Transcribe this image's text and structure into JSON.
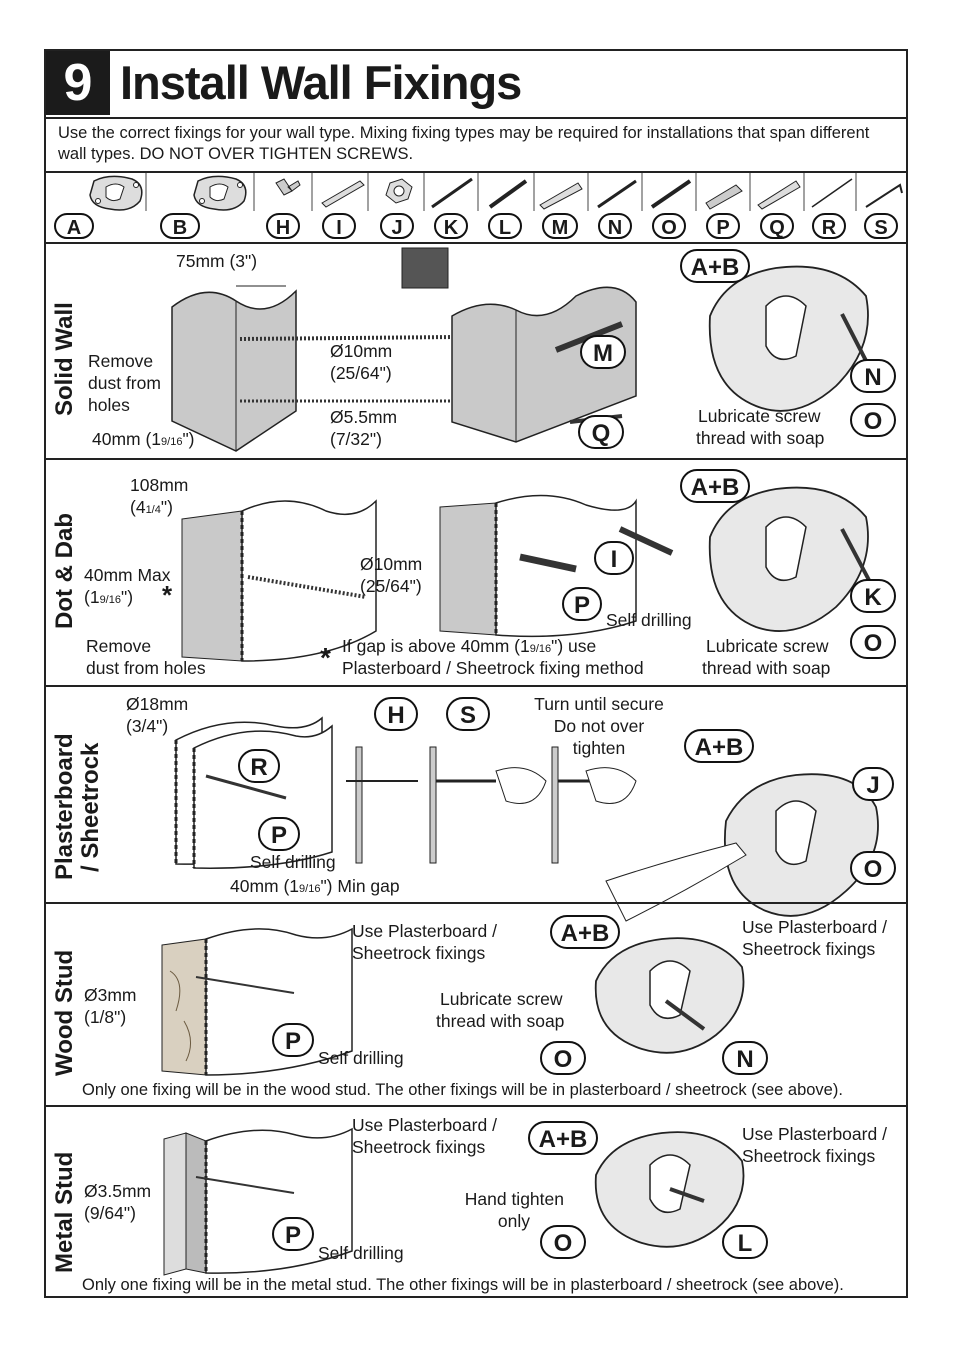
{
  "header": {
    "step": "9",
    "title": "Install Wall Fixings"
  },
  "intro": "Use the correct fixings for your wall type. Mixing fixing types may be required for installations that span different wall types. DO NOT OVER TIGHTEN SCREWS.",
  "parts": [
    "A",
    "B",
    "H",
    "I",
    "J",
    "K",
    "L",
    "M",
    "N",
    "O",
    "P",
    "Q",
    "R",
    "S"
  ],
  "sections": {
    "solid": {
      "title": "Solid Wall",
      "dim_75": "75mm (3\")",
      "remove": [
        "Remove",
        "dust from",
        "holes"
      ],
      "dim_40_a": "40mm (1",
      "dim_40_frac": "9/16",
      "dim_40_b": "\")",
      "d10": [
        "Ø10mm",
        "(25/64\")"
      ],
      "d55": [
        "Ø5.5mm",
        "(7/32\")"
      ],
      "callouts": [
        "M",
        "Q",
        "A+B",
        "N",
        "O"
      ],
      "lube": [
        "Lubricate screw",
        "thread with soap"
      ]
    },
    "dot": {
      "title": "Dot & Dab",
      "dim_108_a": "108mm",
      "dim_108_b": "(4",
      "dim_108_frac": "1/4",
      "dim_108_c": "\")",
      "max_a": "40mm Max",
      "max_b": "(1",
      "max_frac": "9/16",
      "max_c": "\")",
      "star": "*",
      "remove": [
        "Remove",
        "dust from holes"
      ],
      "d10": [
        "Ø10mm",
        "(25/64\")"
      ],
      "gap_a": "If gap is above 40mm (1",
      "gap_frac": "9/16",
      "gap_b": "\") use",
      "gap_line2": "Plasterboard / Sheetrock fixing method",
      "self": "Self drilling",
      "callouts": [
        "I",
        "P",
        "A+B",
        "K",
        "O"
      ],
      "lube": [
        "Lubricate screw",
        "thread with soap"
      ]
    },
    "plaster": {
      "title_1": "Plasterboard",
      "title_2": "/ Sheetrock",
      "d18": [
        "Ø18mm",
        "(3/4\")"
      ],
      "self": "Self drilling",
      "gap_a": "40mm (1",
      "gap_frac": "9/16",
      "gap_b": "\") Min gap",
      "turn": [
        "Turn until secure",
        "Do not over",
        "tighten"
      ],
      "callouts": [
        "R",
        "P",
        "H",
        "S",
        "A+B",
        "J",
        "O"
      ]
    },
    "wood": {
      "title": "Wood Stud",
      "d3": [
        "Ø3mm",
        "(1/8\")"
      ],
      "use_left": [
        "Use Plasterboard /",
        "Sheetrock fixings"
      ],
      "use_right": [
        "Use Plasterboard /",
        "Sheetrock fixings"
      ],
      "lube": [
        "Lubricate screw",
        "thread with soap"
      ],
      "self": "Self drilling",
      "callouts": [
        "P",
        "A+B",
        "O",
        "N"
      ],
      "note": "Only one fixing will be in the wood stud. The other fixings will be in plasterboard / sheetrock (see above)."
    },
    "metal": {
      "title": "Metal Stud",
      "d35": [
        "Ø3.5mm",
        "(9/64\")"
      ],
      "use_left": [
        "Use Plasterboard /",
        "Sheetrock fixings"
      ],
      "use_right": [
        "Use Plasterboard /",
        "Sheetrock fixings"
      ],
      "hand": [
        "Hand tighten",
        "only"
      ],
      "self": "Self drilling",
      "callouts": [
        "P",
        "A+B",
        "O",
        "L"
      ],
      "note": "Only one fixing will be in the metal stud. The other fixings will be in plasterboard / sheetrock (see above)."
    }
  }
}
